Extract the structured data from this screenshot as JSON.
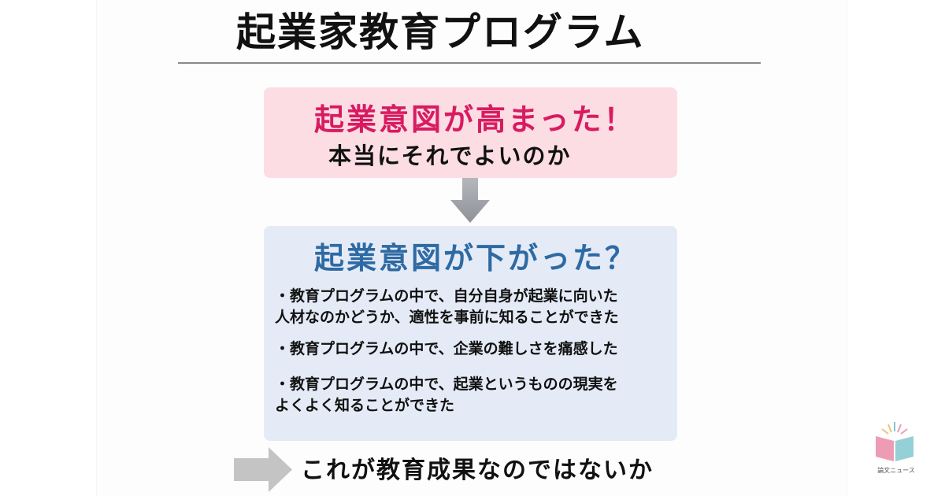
{
  "slide": {
    "title": "起業家教育プログラム",
    "top_box": {
      "heading": "起業意図が高まった！",
      "subheading": "本当にそれでよいのか",
      "bg_color": "#fcdde4",
      "heading_color": "#d81b60"
    },
    "bottom_box": {
      "heading": "起業意図が下がった？",
      "bg_color": "#e4ebf7",
      "heading_color": "#2e6aa3",
      "points": [
        {
          "line1": "・教育プログラムの中で、自分自身が起業に向いた",
          "line2": "人材なのかどうか、適性を事前に知ることができた"
        },
        {
          "line1": "・教育プログラムの中で、企業の難しさを痛感した"
        },
        {
          "line1": "・教育プログラムの中で、起業というものの現実を",
          "line2": "よくよく知ることができた"
        }
      ]
    },
    "conclusion": "これが教育成果なのではないか",
    "icons": {
      "down_arrow": "arrow-down-icon",
      "right_arrow": "arrow-right-icon"
    }
  },
  "watermark": {
    "label": "論文ニュース",
    "icon": "open-book-icon"
  }
}
